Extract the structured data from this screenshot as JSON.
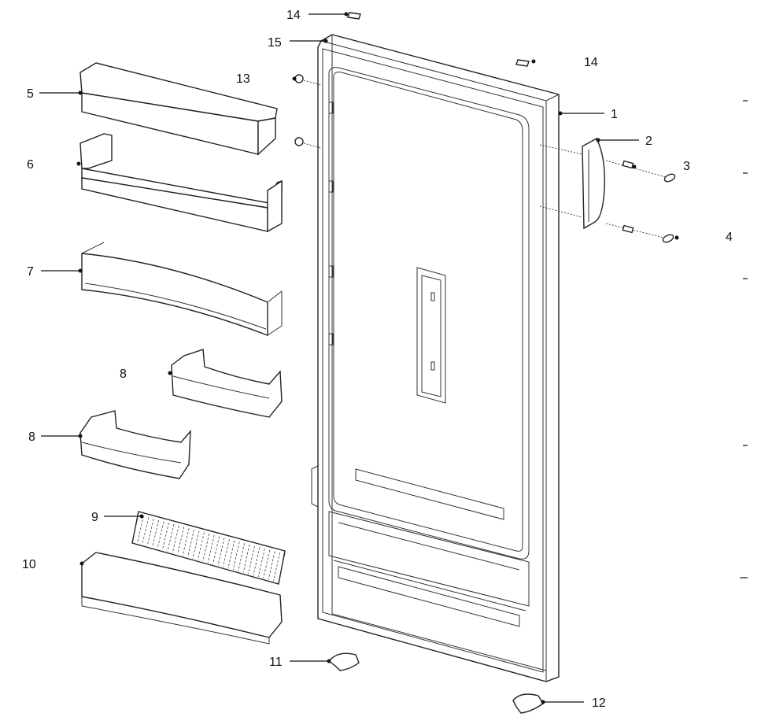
{
  "callouts": [
    {
      "id": "c14a",
      "text": "14"
    },
    {
      "id": "c15",
      "text": "15"
    },
    {
      "id": "c13",
      "text": "13"
    },
    {
      "id": "c14b",
      "text": "14"
    },
    {
      "id": "c1",
      "text": "1"
    },
    {
      "id": "c2",
      "text": "2"
    },
    {
      "id": "c3",
      "text": "3"
    },
    {
      "id": "c4",
      "text": "4"
    },
    {
      "id": "c5",
      "text": "5"
    },
    {
      "id": "c6",
      "text": "6"
    },
    {
      "id": "c7",
      "text": "7"
    },
    {
      "id": "c8a",
      "text": "8"
    },
    {
      "id": "c8b",
      "text": "8"
    },
    {
      "id": "c9",
      "text": "9"
    },
    {
      "id": "c10",
      "text": "10"
    },
    {
      "id": "c11",
      "text": "11"
    },
    {
      "id": "c12",
      "text": "12"
    }
  ]
}
